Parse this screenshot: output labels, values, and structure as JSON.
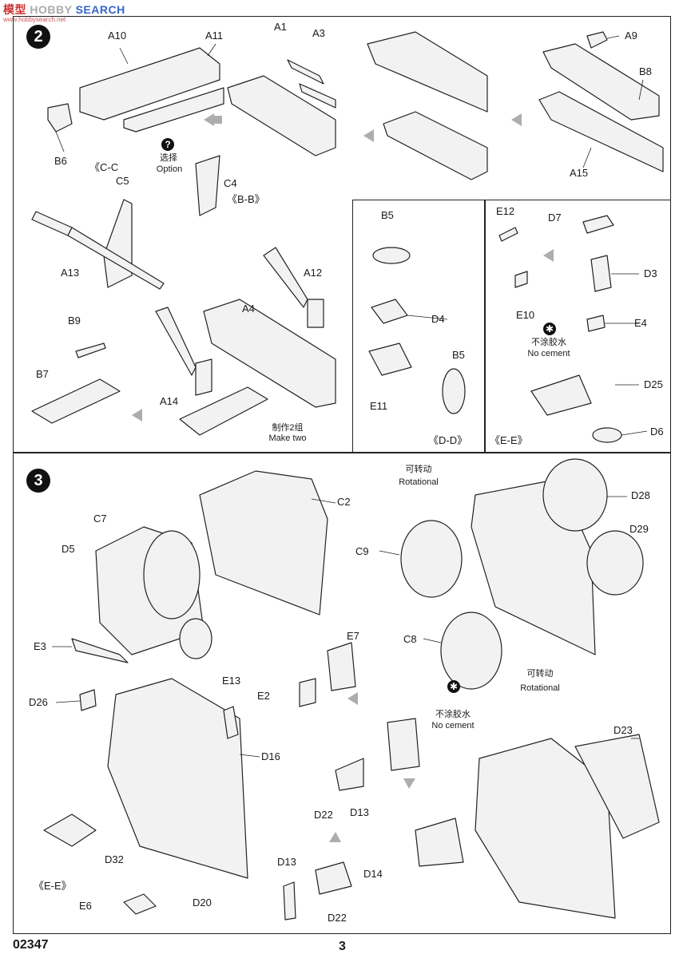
{
  "watermark": {
    "cn": "模型",
    "brand_prefix": "HOBBY",
    "brand_suffix": "SEARCH",
    "url": "www.hobbysearch.net"
  },
  "steps": {
    "step2": "2",
    "step3": "3"
  },
  "step2": {
    "labels": {
      "A10": "A10",
      "A11": "A11",
      "A1": "A1",
      "A3": "A3",
      "A9": "A9",
      "B8": "B8",
      "B6": "B6",
      "A15": "A15",
      "CC": "《C-C",
      "C5": "C5",
      "C4": "C4",
      "BB": "《B-B》",
      "A13": "A13",
      "A12": "A12",
      "A4": "A4",
      "B9": "B9",
      "B7": "B7",
      "A14": "A14",
      "B5a": "B5",
      "D4": "D4",
      "E11": "E11",
      "B5b": "B5",
      "DD": "《D-D》",
      "E12": "E12",
      "D7": "D7",
      "D3": "D3",
      "E10": "E10",
      "E4": "E4",
      "D25": "D25",
      "D6": "D6",
      "EE": "《E-E》"
    },
    "option": {
      "icon": "question-icon",
      "cn": "选择",
      "en": "Option"
    },
    "make_two": {
      "cn": "制作2组",
      "en": "Make two"
    },
    "no_cement": {
      "icon": "no-glue-icon",
      "cn": "不涂胶水",
      "en": "No cement"
    }
  },
  "step3": {
    "labels": {
      "C2": "C2",
      "C7": "C7",
      "D5": "D5",
      "E3": "E3",
      "C9": "C9",
      "D28": "D28",
      "D29": "D29",
      "C8": "C8",
      "E7": "E7",
      "E2": "E2",
      "E13": "E13",
      "D26": "D26",
      "D16": "D16",
      "D23": "D23",
      "D22a": "D22",
      "D13a": "D13",
      "D14": "D14",
      "D32": "D32",
      "D20": "D20",
      "EE": "《E-E》",
      "E6": "E6",
      "D13b": "D13",
      "D22b": "D22"
    },
    "rotational_top": {
      "cn": "可转动",
      "en": "Rotational"
    },
    "rotational_bottom": {
      "cn": "可转动",
      "en": "Rotational"
    },
    "no_cement": {
      "icon": "no-glue-icon",
      "cn": "不涂胶水",
      "en": "No cement"
    }
  },
  "footer": {
    "code": "02347",
    "page": "3"
  }
}
